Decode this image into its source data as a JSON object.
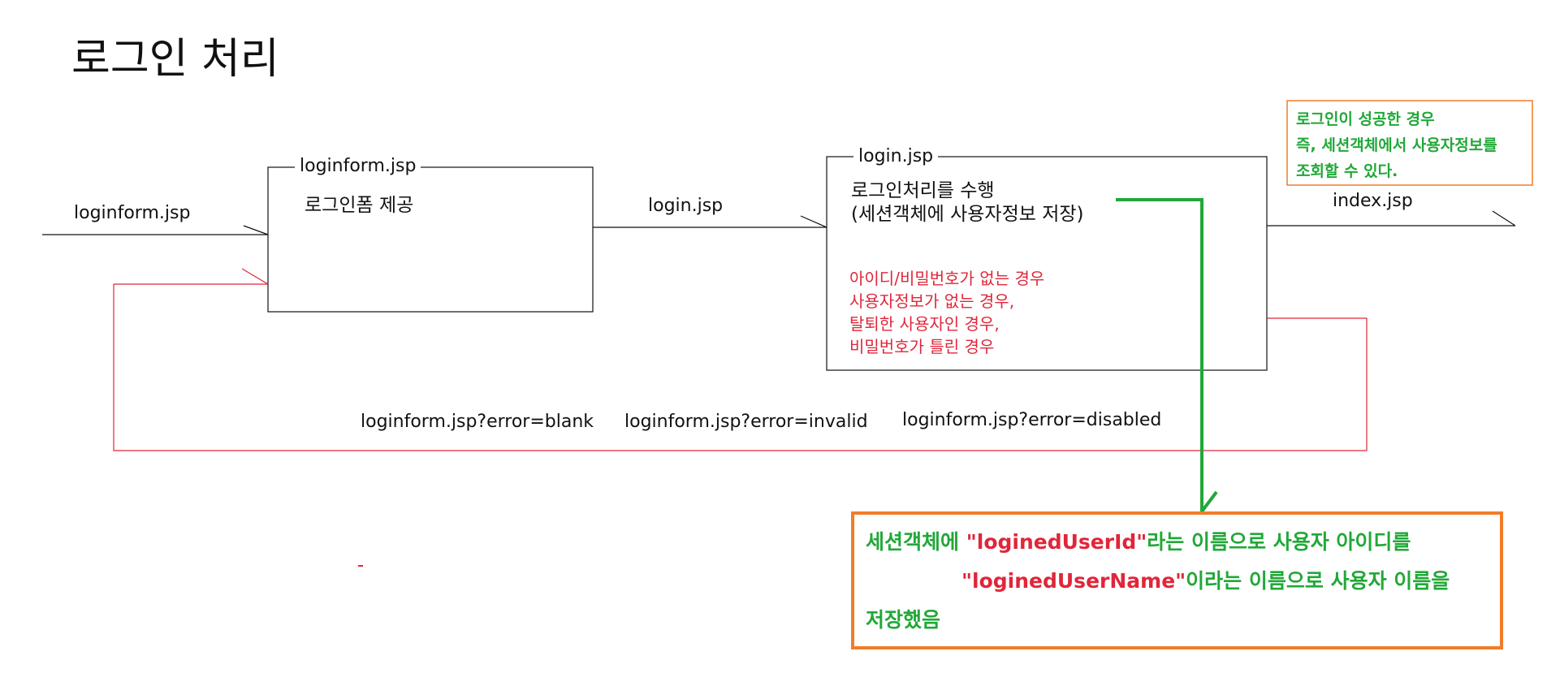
{
  "title": "로그인 처리",
  "arrows": {
    "entry_label": "loginform.jsp",
    "submit_label": "login.jsp",
    "success_label": "index.jsp"
  },
  "loginform_box": {
    "title": "loginform.jsp",
    "text": "로그인폼 제공"
  },
  "login_box": {
    "title": "login.jsp",
    "line1": "로그인처리를 수행",
    "line2": "(세션객체에 사용자정보 저장)",
    "errors": [
      "아이디/비밀번호가 없는 경우",
      "사용자정보가 없는 경우,",
      "탈퇴한 사용자인 경우,",
      "비밀번호가 틀린 경우"
    ]
  },
  "success_note": {
    "line1": "로그인이 성공한 경우",
    "line2": "즉, 세션객체에서 사용자정보를",
    "line3": "조회할 수 있다."
  },
  "error_redirects": [
    "loginform.jsp?error=blank",
    "loginform.jsp?error=invalid",
    "loginform.jsp?error=disabled"
  ],
  "session_note": {
    "l1_pre": "세션객체에 ",
    "l1_key": "\"loginedUserId\"",
    "l1_post": "라는 이름으로 사용자 아이디를",
    "l2_key": "\"loginedUserName\"",
    "l2_post": "이라는 이름으로 사용자 이름을",
    "l3": "저장했음"
  },
  "colors": {
    "red": "#e0263a",
    "green": "#21a838",
    "orange": "#f07d29"
  }
}
